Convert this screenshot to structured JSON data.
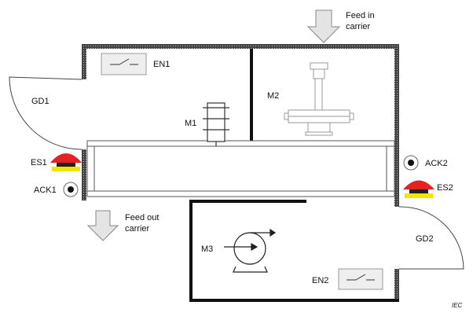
{
  "labels": {
    "feed_in_line1": "Feed in",
    "feed_in_line2": "carrier",
    "feed_out_line1": "Feed out",
    "feed_out_line2": "carrier",
    "en1": "EN1",
    "en2": "EN2",
    "gd1": "GD1",
    "gd2": "GD2",
    "m1": "M1",
    "m2": "M2",
    "m3": "M3",
    "es1": "ES1",
    "es2": "ES2",
    "ack1": "ACK1",
    "ack2": "ACK2",
    "iec": "IEC"
  },
  "colors": {
    "wall": "#444444",
    "wall_dot": "#bbbbbb",
    "partition": "#111111",
    "estop_red": "#e52222",
    "estop_yellow": "#f2e500",
    "arrow_fill": "#e4e4e4",
    "arrow_stroke": "#888888",
    "robot": "#999999",
    "enclosure_fill": "#eeeeee"
  },
  "icons": {
    "feed_in_arrow": "down-arrow-icon",
    "feed_out_arrow": "down-arrow-icon",
    "en1_switch": "switch-icon",
    "en2_switch": "switch-icon",
    "es1": "emergency-stop-icon",
    "es2": "emergency-stop-icon",
    "ack1": "ack-button-icon",
    "ack2": "ack-button-icon",
    "m1": "motor-icon",
    "m2": "robot-arm-icon",
    "m3": "pump-icon"
  }
}
